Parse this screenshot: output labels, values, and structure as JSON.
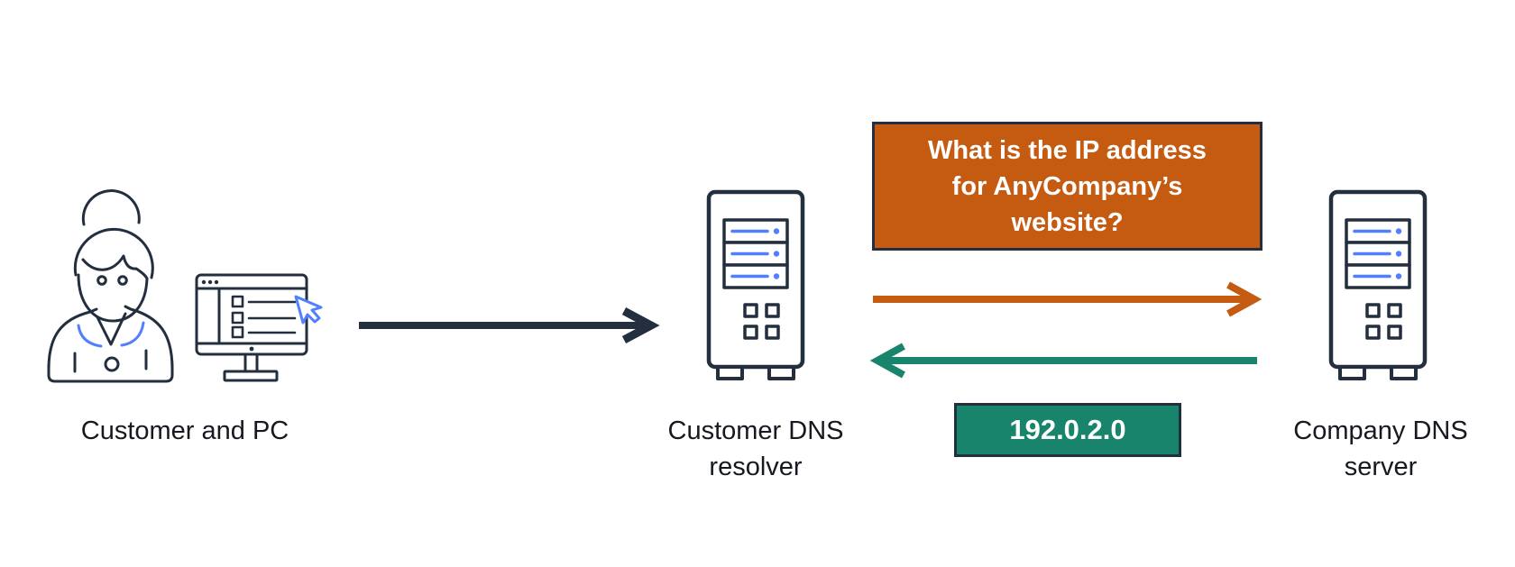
{
  "diagram": {
    "title_hint": "DNS resolution flow diagram",
    "colors": {
      "outline": "#232F3E",
      "accent_blue": "#527FFF",
      "query_orange": "#C55A11",
      "answer_teal": "#17846B",
      "label_text": "#16191F",
      "box_text": "#FFFFFF",
      "background": "#FFFFFF"
    },
    "nodes": {
      "customer": {
        "label": "Customer and PC",
        "icons": [
          "woman-user-icon",
          "pc-monitor-icon",
          "cursor-icon"
        ]
      },
      "resolver": {
        "label_line1": "Customer DNS",
        "label_line2": "resolver",
        "icon": "server-tower-icon"
      },
      "company": {
        "label_line1": "Company DNS",
        "label_line2": "server",
        "icon": "server-tower-icon"
      }
    },
    "messages": {
      "query": {
        "lines": [
          "What is the IP address",
          "for AnyCompany’s",
          "website?"
        ],
        "color": "#C55A11"
      },
      "answer": {
        "value": "192.0.2.0",
        "color": "#17846B"
      }
    },
    "arrows": [
      {
        "name": "customer-to-resolver",
        "direction": "right",
        "color": "#232F3E"
      },
      {
        "name": "resolver-to-company-query",
        "direction": "right",
        "color": "#C55A11"
      },
      {
        "name": "company-to-resolver-answer",
        "direction": "left",
        "color": "#17846B"
      }
    ]
  }
}
